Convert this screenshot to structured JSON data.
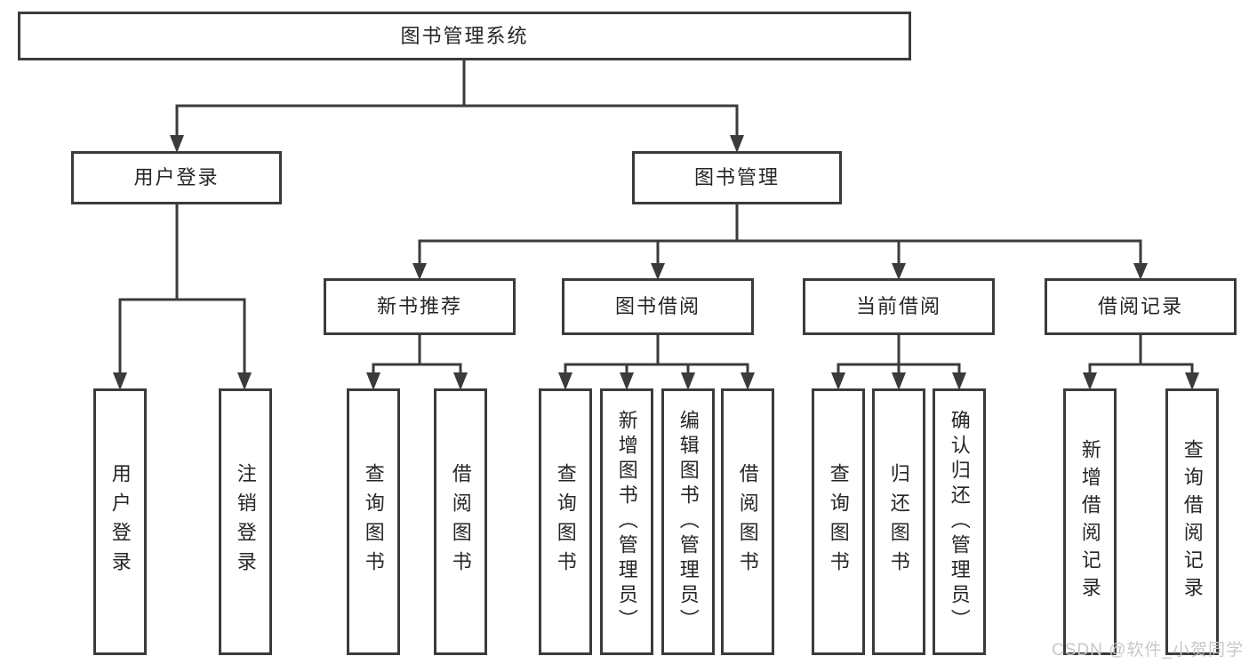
{
  "colors": {
    "line": "#3b3b3b",
    "text": "#262626",
    "watermark": "#c8c8c8",
    "background": "#ffffff"
  },
  "watermark": {
    "text": "CSDN @软件_小贺同学"
  },
  "tree": {
    "root": {
      "label": "图书管理系统",
      "children": [
        {
          "label": "用户登录",
          "children": [
            {
              "label": "用户登录"
            },
            {
              "label": "注销登录"
            }
          ]
        },
        {
          "label": "图书管理",
          "children": [
            {
              "label": "新书推荐",
              "children": [
                {
                  "label": "查询图书"
                },
                {
                  "label": "借阅图书"
                }
              ]
            },
            {
              "label": "图书借阅",
              "children": [
                {
                  "label": "查询图书"
                },
                {
                  "label": "新增图书（管理员）"
                },
                {
                  "label": "编辑图书（管理员）"
                },
                {
                  "label": "借阅图书"
                }
              ]
            },
            {
              "label": "当前借阅",
              "children": [
                {
                  "label": "查询图书"
                },
                {
                  "label": "归还图书"
                },
                {
                  "label": "确认归还（管理员）"
                }
              ]
            },
            {
              "label": "借阅记录",
              "children": [
                {
                  "label": "新增借阅记录"
                },
                {
                  "label": "查询借阅记录"
                }
              ]
            }
          ]
        }
      ]
    }
  }
}
